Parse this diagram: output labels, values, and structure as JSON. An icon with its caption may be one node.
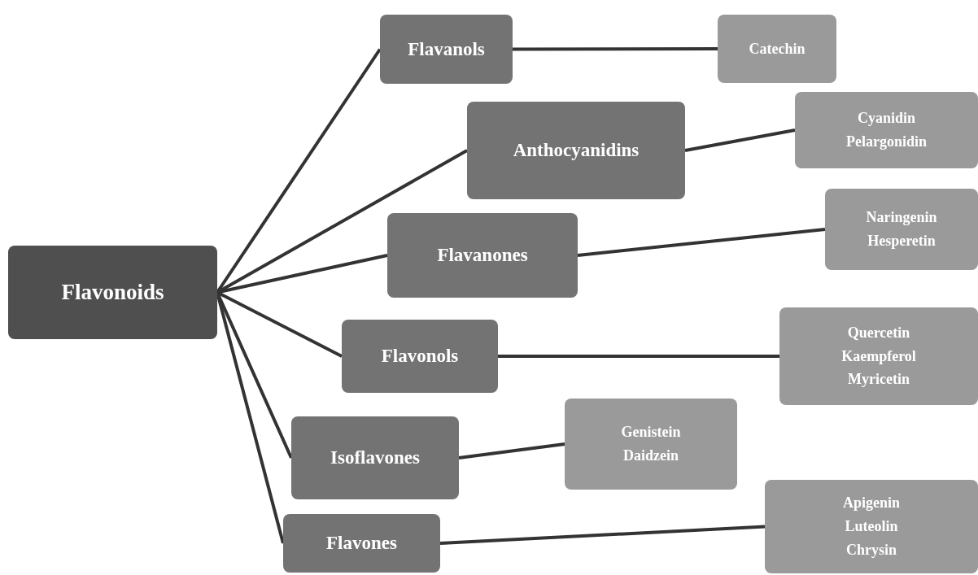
{
  "diagram": {
    "nodes": [
      {
        "text": [
          "Flavonoids"
        ]
      },
      {
        "text": [
          "Flavanols"
        ]
      },
      {
        "text": [
          "Anthocyanidins"
        ]
      },
      {
        "text": [
          "Flavanones"
        ]
      },
      {
        "text": [
          "Flavonols"
        ]
      },
      {
        "text": [
          "Isoflavones"
        ]
      },
      {
        "text": [
          "Flavones"
        ]
      },
      {
        "text": [
          "Catechin"
        ]
      },
      {
        "text": [
          "Cyanidin",
          "Pelargonidin"
        ]
      },
      {
        "text": [
          "Naringenin",
          "Hesperetin"
        ]
      },
      {
        "text": [
          "Quercetin",
          "Kaempferol",
          "Myricetin"
        ]
      },
      {
        "text": [
          "Genistein",
          "Daidzein"
        ]
      },
      {
        "text": [
          "Apigenin",
          "Luteolin",
          "Chrysin"
        ]
      }
    ],
    "edges": [
      {
        "from": 0,
        "to": 1,
        "arrow": "none"
      },
      {
        "from": 0,
        "to": 2,
        "arrow": "none"
      },
      {
        "from": 0,
        "to": 3,
        "arrow": "none"
      },
      {
        "from": 0,
        "to": 4,
        "arrow": "none"
      },
      {
        "from": 0,
        "to": 5,
        "arrow": "none"
      },
      {
        "from": 0,
        "to": 6,
        "arrow": "none"
      },
      {
        "from": 1,
        "to": 7,
        "arrow": "none"
      },
      {
        "from": 2,
        "to": 8,
        "arrow": "none"
      },
      {
        "from": 3,
        "to": 9,
        "arrow": "none"
      },
      {
        "from": 4,
        "to": 10,
        "arrow": "none"
      },
      {
        "from": 5,
        "to": 11,
        "arrow": "none"
      },
      {
        "from": 6,
        "to": 12,
        "arrow": "none"
      }
    ]
  }
}
